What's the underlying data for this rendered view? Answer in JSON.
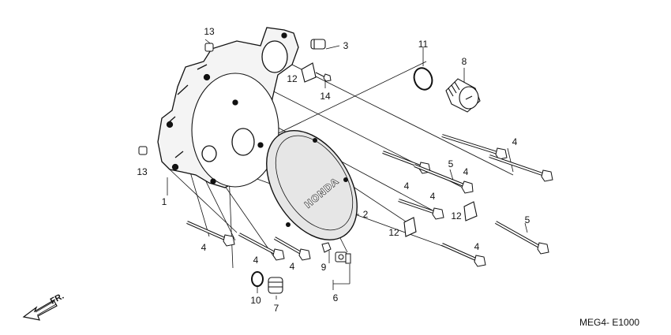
{
  "callouts": {
    "c1": "1",
    "c2": "2",
    "c3": "3",
    "c4a": "4",
    "c4b": "4",
    "c4c": "4",
    "c4d": "4",
    "c4e": "4",
    "c4f": "4",
    "c4g": "4",
    "c4h": "4",
    "c5a": "5",
    "c5b": "5",
    "c6": "6",
    "c7": "7",
    "c8": "8",
    "c9": "9",
    "c10": "10",
    "c11": "11",
    "c12a": "12",
    "c12b": "12",
    "c12c": "12",
    "c13a": "13",
    "c13b": "13",
    "c14": "14"
  },
  "brand_text": "HONDA",
  "direction_label": "FR.",
  "diagram_code": "MEG4- E1000",
  "colors": {
    "ink": "#111111",
    "cover_fill": "#e6e6e6",
    "background": "#ffffff"
  },
  "icons": {
    "direction_arrow": "front-direction-arrow-icon"
  }
}
